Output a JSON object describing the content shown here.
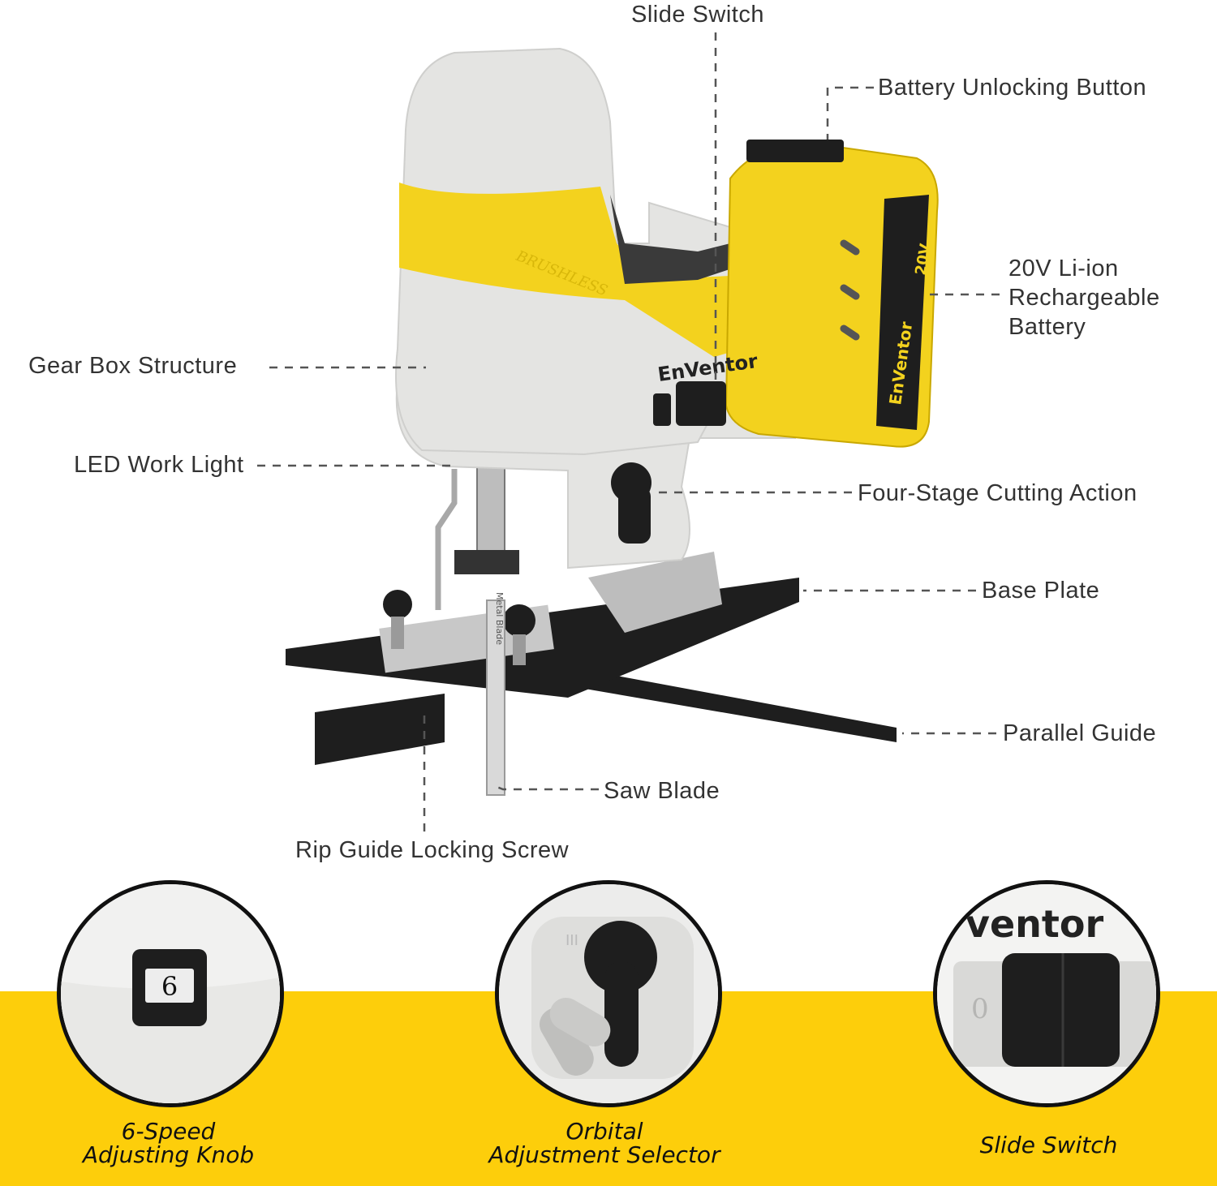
{
  "callouts": {
    "slide_switch": "Slide Switch",
    "battery_unlock": "Battery Unlocking Button",
    "battery_line1": "20V Li-ion",
    "battery_line2": "Rechargeable",
    "battery_line3": "Battery",
    "gear_box": "Gear Box Structure",
    "led_light": "LED Work Light",
    "cutting_action": "Four-Stage Cutting Action",
    "base_plate": "Base Plate",
    "parallel_guide": "Parallel Guide",
    "saw_blade": "Saw Blade",
    "rip_guide": "Rip Guide Locking Screw"
  },
  "product_marks": {
    "brand": "EnVentor",
    "series": "BRUSHLESS",
    "battery_voltage": "20V",
    "blade_text": "Metal Blade"
  },
  "details": [
    {
      "title": "6-Speed",
      "subtitle": "Adjusting Knob",
      "dial_value": "6"
    },
    {
      "title": "Orbital",
      "subtitle": "Adjustment Selector",
      "mark": "III"
    },
    {
      "title": "",
      "subtitle": "Slide Switch",
      "brand_fragment": "ventor",
      "switch_mark": "0"
    }
  ],
  "colors": {
    "yellow": "#FDCE0B",
    "tool_gray": "#E4E4E2",
    "dark": "#1E1E1E",
    "text": "#333333"
  }
}
